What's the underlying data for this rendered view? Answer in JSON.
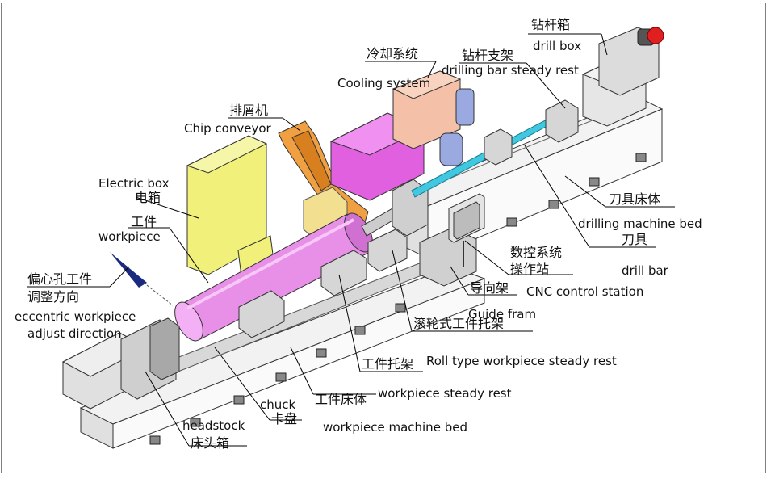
{
  "labels": {
    "drill_box_zh": "钻杆箱",
    "drill_box_en": "drill box",
    "cooling_zh": "冷却系统",
    "cooling_en": "Cooling system",
    "steady_zh": "钻杆支架",
    "steady_en": "drilling bar steady rest",
    "chip_zh": "排屑机",
    "chip_en": "Chip conveyor",
    "electric_en": "Electric box",
    "electric_zh": "电箱",
    "workpiece_zh": "工件",
    "workpiece_en": "workpiece",
    "eccentric_zh1": "偏心孔工件",
    "eccentric_zh2": "调整方向",
    "eccentric_en1": "eccentric workpiece",
    "eccentric_en2": "adjust direction",
    "tool_bed_zh": "刀具床体",
    "tool_bed_en": "drilling machine bed",
    "drill_bar_zh": "刀具",
    "drill_bar_en": "drill bar",
    "cnc_zh1": "数控系统",
    "cnc_zh2": "操作站",
    "cnc_en": "CNC control station",
    "guide_zh": "导向架",
    "guide_en": "Guide fram",
    "roll_zh": "滚轮式工件托架",
    "roll_en": "Roll type workpiece steady rest",
    "ws_rest_zh": "工件托架",
    "ws_rest_en": "workpiece steady rest",
    "chuck_en": "chuck",
    "chuck_zh": "卡盘",
    "wm_bed_zh": "工件床体",
    "wm_bed_en": "workpiece machine bed",
    "headstock_en": "headstock",
    "headstock_zh": "床头箱"
  },
  "colors": {
    "workpiece": "#e88fe8",
    "cooling_box": "#f4c0a8",
    "electric_box": "#f0f07a",
    "chip_conveyor": "#f0a040",
    "drill_bar": "#40c8e0",
    "motor_red": "#e02020",
    "bed": "#eeeeee"
  }
}
